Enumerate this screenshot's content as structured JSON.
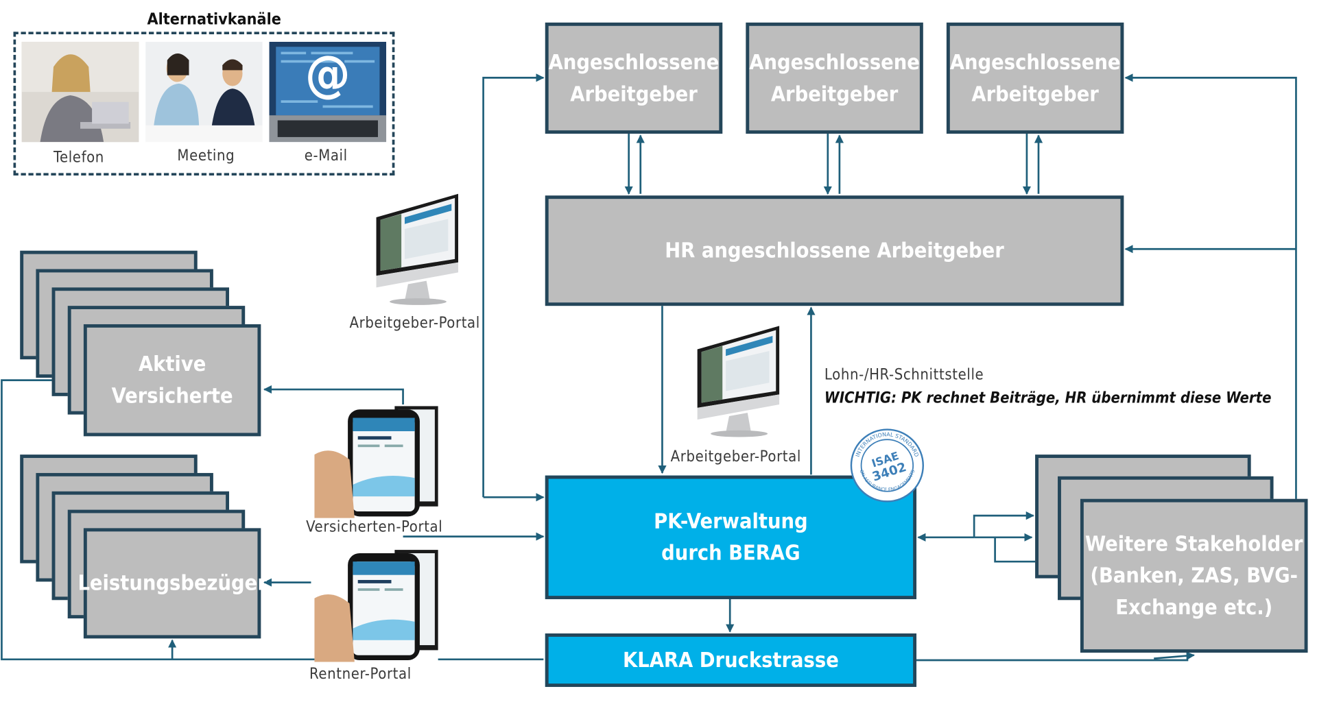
{
  "alt_channels": {
    "title": "Alternativkanäle",
    "items": [
      {
        "label": "Telefon"
      },
      {
        "label": "Meeting"
      },
      {
        "label": "e-Mail"
      }
    ],
    "email_glyph": "@"
  },
  "employers": [
    {
      "line1": "Angeschlossene",
      "line2": "Arbeitgeber"
    },
    {
      "line1": "Angeschlossene",
      "line2": "Arbeitgeber"
    },
    {
      "line1": "Angeschlossene",
      "line2": "Arbeitgeber"
    }
  ],
  "hr_box": "HR angeschlossene Arbeitgeber",
  "aktive": {
    "line1": "Aktive",
    "line2": "Versicherte"
  },
  "leistung": "Leistungsbezüger",
  "pk": {
    "line1": "PK-Verwaltung",
    "line2": "durch BERAG"
  },
  "klara": "KLARA Druckstrasse",
  "stakeholder": {
    "line1": "Weitere Stakeholder",
    "line2": "(Banken, ZAS, BVG-",
    "line3": "Exchange etc.)"
  },
  "captions": {
    "ag_portal_top": "Arbeitgeber-Portal",
    "ag_portal_mid": "Arbeitgeber-Portal",
    "versicherten_portal": "Versicherten-Portal",
    "rentner_portal": "Rentner-Portal",
    "interface": "Lohn-/HR-Schnittstelle",
    "important": "WICHTIG: PK rechnet Beiträge, HR übernimmt diese Werte"
  },
  "seal": {
    "line1": "ISAE",
    "line2": "3402",
    "ring_top": "INTERNATIONAL STANDARD",
    "ring_bottom": "ON ASSURANCE ENGAGEMENTS"
  },
  "colors": {
    "dark": "#24465a",
    "gray_box": "#bdbdbd",
    "blue_box": "#00b0e8",
    "arrow": "#1f5f7a"
  }
}
